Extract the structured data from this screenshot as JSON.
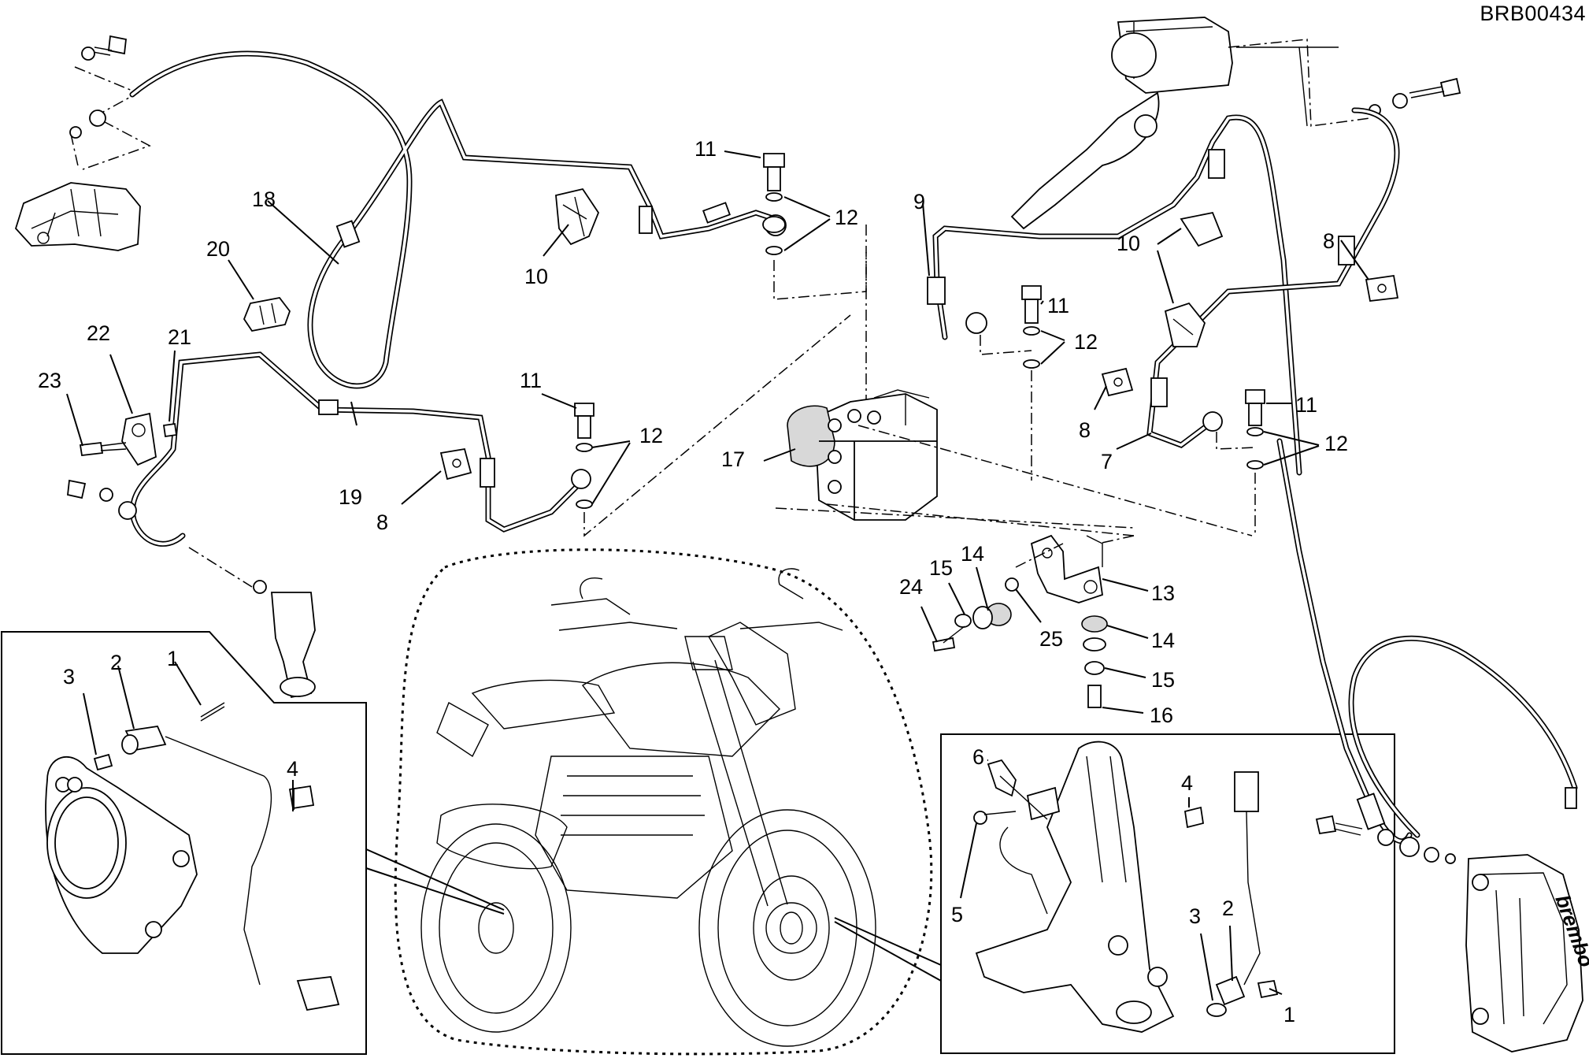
{
  "drawing_code": "BRB00434",
  "labels": [
    {
      "id": "l18",
      "text": "18"
    },
    {
      "id": "l20",
      "text": "20"
    },
    {
      "id": "l10a",
      "text": "10"
    },
    {
      "id": "l11a",
      "text": "11"
    },
    {
      "id": "l12a",
      "text": "12"
    },
    {
      "id": "l22",
      "text": "22"
    },
    {
      "id": "l21",
      "text": "21"
    },
    {
      "id": "l23",
      "text": "23"
    },
    {
      "id": "l19",
      "text": "19"
    },
    {
      "id": "l8a",
      "text": "8"
    },
    {
      "id": "l11b",
      "text": "11"
    },
    {
      "id": "l12b",
      "text": "12"
    },
    {
      "id": "l17",
      "text": "17"
    },
    {
      "id": "l9",
      "text": "9"
    },
    {
      "id": "l11c",
      "text": "11"
    },
    {
      "id": "l12c",
      "text": "12"
    },
    {
      "id": "l10b",
      "text": "10"
    },
    {
      "id": "l8b",
      "text": "8"
    },
    {
      "id": "l8c",
      "text": "8"
    },
    {
      "id": "l7",
      "text": "7"
    },
    {
      "id": "l11d",
      "text": "11"
    },
    {
      "id": "l12d",
      "text": "12"
    },
    {
      "id": "l24",
      "text": "24"
    },
    {
      "id": "l15a",
      "text": "15"
    },
    {
      "id": "l14a",
      "text": "14"
    },
    {
      "id": "l25",
      "text": "25"
    },
    {
      "id": "l13",
      "text": "13"
    },
    {
      "id": "l14b",
      "text": "14"
    },
    {
      "id": "l15b",
      "text": "15"
    },
    {
      "id": "l16",
      "text": "16"
    },
    {
      "id": "l3a",
      "text": "3"
    },
    {
      "id": "l2a",
      "text": "2"
    },
    {
      "id": "l1a",
      "text": "1"
    },
    {
      "id": "l4a",
      "text": "4"
    },
    {
      "id": "l6",
      "text": "6"
    },
    {
      "id": "l4b",
      "text": "4"
    },
    {
      "id": "l5",
      "text": "5"
    },
    {
      "id": "l3b",
      "text": "3"
    },
    {
      "id": "l2b",
      "text": "2"
    },
    {
      "id": "l1b",
      "text": "1"
    }
  ],
  "caliper_brand": "brembo"
}
